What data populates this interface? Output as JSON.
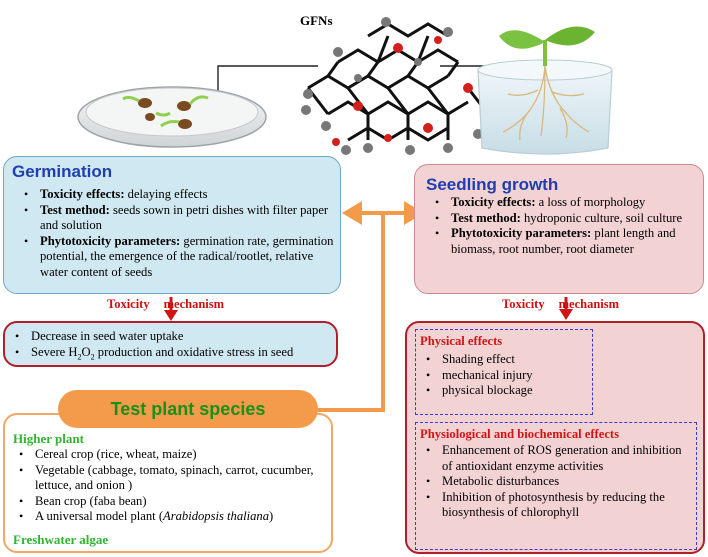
{
  "gfns_label": "GFNs",
  "germination": {
    "title": "Germination",
    "items": [
      {
        "bold": "Toxicity effects:",
        "text": " delaying effects"
      },
      {
        "bold": "Test method:",
        "text": " seeds sown in petri dishes with filter paper and solution"
      },
      {
        "bold": "Phytotoxicity parameters:",
        "text": " germination rate, germination potential, the emergence of the radical/rootlet, relative water content of seeds"
      }
    ]
  },
  "seedling": {
    "title": "Seedling growth",
    "items": [
      {
        "bold": "Toxicity effects:",
        "text": " a loss of morphology"
      },
      {
        "bold": "Test method:",
        "text": " hydroponic culture, soil culture"
      },
      {
        "bold": "Phytotoxicity parameters:",
        "text": " plant length and biomass, root number, root diameter"
      }
    ]
  },
  "toxicity_mechanism": {
    "word1": "Toxicity",
    "word2": "mechanism"
  },
  "germination_mechanism": {
    "items": [
      "Decrease in seed water uptake",
      "Severe H2O2 production and oxidative stress in seed"
    ]
  },
  "seedling_mechanism": {
    "physical": {
      "title": "Physical effects",
      "items": [
        "Shading effect",
        "mechanical injury",
        "physical blockage"
      ]
    },
    "physiological": {
      "title": "Physiological and biochemical effects",
      "items": [
        "Enhancement of ROS generation and inhibition of antioxidant enzyme activities",
        "Metabolic disturbances",
        "Inhibition of photosynthesis by reducing the biosynthesis of chlorophyll"
      ]
    }
  },
  "test_species": {
    "title": "Test plant species",
    "higher_plant": "Higher plant",
    "items": [
      "Cereal crop (rice, wheat, maize)",
      "Vegetable (cabbage, tomato, spinach, carrot, cucumber, lettuce, and onion )",
      "Bean crop (faba bean)"
    ],
    "model_prefix": "A universal model plant (",
    "model_species": "Arabidopsis thaliana",
    "model_suffix": ")",
    "algae": "Freshwater algae"
  },
  "colors": {
    "blue_box": "#cfe8f1",
    "pink_box": "#f3d2d4",
    "orange": "#f39b4a",
    "dark_red": "#c0181f",
    "green": "#2fb52f",
    "blue_title": "#1f3fb0"
  }
}
